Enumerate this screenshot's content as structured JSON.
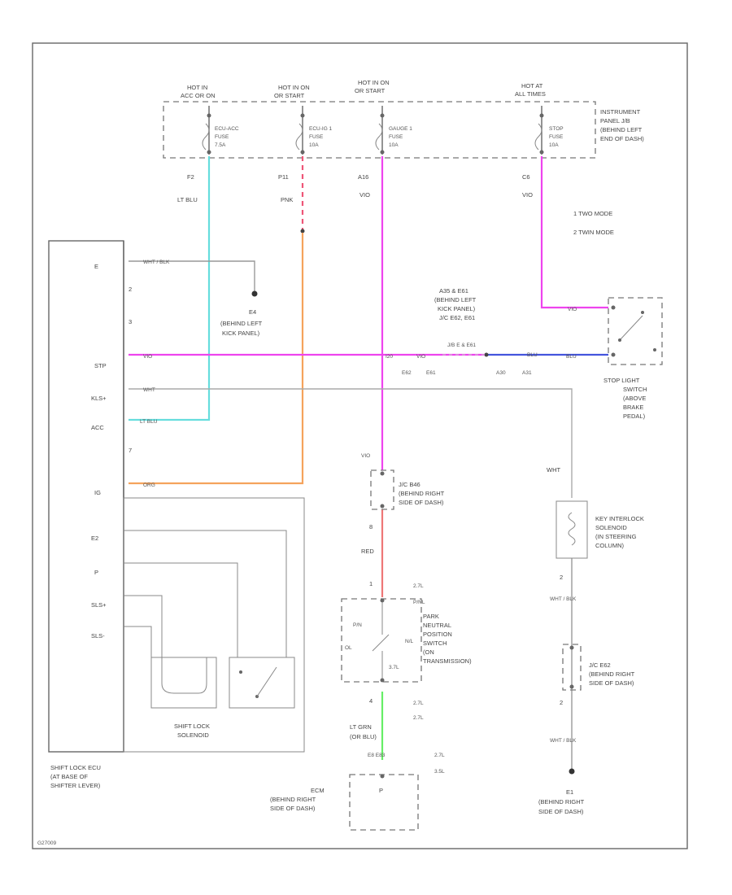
{
  "colors": {
    "pink": "#ee44ee",
    "lt_blue": "#66dddd",
    "orange": "#f5a35c",
    "red_pink_dash": "#ee5577",
    "blue": "#4455dd",
    "red": "#ee7777",
    "green": "#66ee66",
    "gray_wire": "#aaaaaa"
  },
  "fuse_labels": {
    "f1_hot": "HOT IN",
    "f1_hot2": "ACC OR ON",
    "f2_hot": "HOT IN ON",
    "f2_hot2": "OR START",
    "f3_hot": "HOT IN ON",
    "f3_hot2": "OR START",
    "f4_hot": "HOT AT",
    "f4_hot2": "ALL TIMES",
    "f1_name1": "ECU-ACC",
    "f1_name2": "FUSE",
    "f1_amp": "7.5A",
    "f2_name1": "ECU-IG 1",
    "f2_name2": "FUSE",
    "f2_amp": "10A",
    "f3_name1": "GAUGE 1",
    "f3_name2": "FUSE",
    "f3_amp": "10A",
    "f4_name1": "STOP",
    "f4_name2": "FUSE",
    "f4_amp": "10A"
  },
  "ip_jb": [
    "INSTRUMENT",
    "PANEL J/B",
    "(BEHIND LEFT",
    "END OF DASH)"
  ],
  "wire_labels": {
    "f2": "F2",
    "ltblu": "LT BLU",
    "p11": "P11",
    "pnk": "PNK",
    "a16": "A16",
    "vio_top": "VIO",
    "c6": "C6",
    "vio_top2": "VIO",
    "vio_right": "VIO",
    "vio_mid": "VIO",
    "ltblu_left": "LT BLU",
    "wht_left": "WHT",
    "wht_right": "WHT",
    "wht_mid": "WHT",
    "org_left": "ORG",
    "vio_left": "VIO",
    "blu": "BLU",
    "vio_jc": "VIO",
    "red": "RED",
    "pin8": "8",
    "pin1": "1",
    "pin4": "4",
    "pin2a": "2",
    "pin2b": "2",
    "whtblk1": "WHT / BLK",
    "whtblk2": "WHT / BLK",
    "ltgrn": "LT GRN",
    "orblu": "(OR BLU)",
    "i20": "I20",
    "a30": "A30",
    "a31": "A31",
    "e62": "E62",
    "e63": "E61",
    "a35e": "A35 & E61",
    "j": "J/B E & E61",
    "e8pin": "8"
  },
  "modes": [
    "1  TWO MODE",
    "2  TWIN MODE"
  ],
  "ecu_pins": [
    "E",
    "2",
    "3",
    "STP",
    "KLS+",
    "ACC",
    "7",
    "IG",
    "E2",
    "P",
    "SLS+",
    "SLS-"
  ],
  "ecu_label": [
    "SHIFT LOCK ECU",
    "(AT BASE OF",
    "SHIFTER LEVER)"
  ],
  "solenoid_label": [
    "SHIFT LOCK",
    "SOLENOID"
  ],
  "e4_label": [
    "E4",
    "(BEHIND LEFT",
    "KICK PANEL)"
  ],
  "jc_top_label": [
    "A35 & E61",
    "(BEHIND LEFT",
    "KICK PANEL)",
    "J/C E62, E61"
  ],
  "stop_switch": [
    "STOP LIGHT",
    "SWITCH",
    "(ABOVE",
    "BRAKE",
    "PEDAL)"
  ],
  "jc_right_label": [
    "J/C B46",
    "(BEHIND RIGHT",
    "SIDE OF DASH)"
  ],
  "png_label": [
    "PARK",
    "NEUTRAL",
    "POSITION",
    "SWITCH",
    "(ON",
    "TRANSMISSION)"
  ],
  "png_pins": [
    "2.7L",
    "P/NL",
    "3.7L",
    "2.7L",
    "2.7L",
    "3.5L"
  ],
  "png_inner": [
    "P/N",
    "OL",
    "N/L"
  ],
  "key_label": [
    "KEY INTERLOCK",
    "SOLENOID",
    "(IN STEERING",
    "COLUMN)"
  ],
  "jc_e62_label": [
    "J/C E62",
    "(BEHIND RIGHT",
    "SIDE OF DASH)"
  ],
  "e1_label": [
    "E1",
    "(BEHIND RIGHT",
    "SIDE OF DASH)"
  ],
  "ecm_label": [
    "ECM",
    "(BEHIND RIGHT",
    "SIDE OF DASH)"
  ],
  "ecm_pin": "P",
  "ecm_top": "E8 E83",
  "footer": "G27009"
}
